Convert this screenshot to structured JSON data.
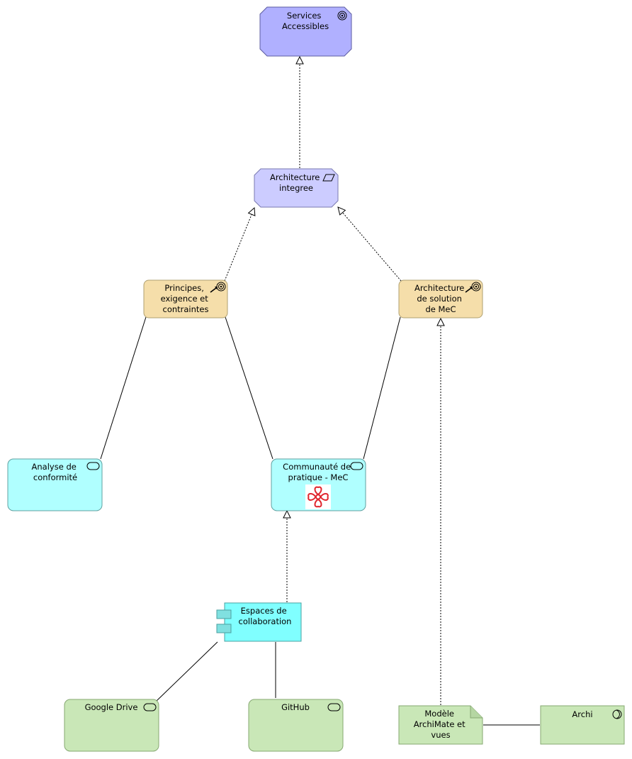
{
  "nodes": {
    "services_accessibles": {
      "label_lines": [
        "Services",
        "Accessibles"
      ],
      "type": "goal",
      "fill": "#b0b0ff"
    },
    "architecture_integree": {
      "label_lines": [
        "Architecture",
        "integree"
      ],
      "type": "deliverable",
      "fill": "#ccccff"
    },
    "principes": {
      "label_lines": [
        "Principes,",
        "exigence et",
        "contraintes"
      ],
      "type": "principle",
      "fill": "#f5deaa"
    },
    "architecture_solution": {
      "label_lines": [
        "Architecture",
        "de solution",
        "de MeC"
      ],
      "type": "principle",
      "fill": "#f5deaa"
    },
    "analyse_conformite": {
      "label_lines": [
        "Analyse de",
        "conformité"
      ],
      "type": "business-service",
      "fill": "#b0ffff"
    },
    "communaute_pratique": {
      "label_lines": [
        "Communauté de",
        "pratique - MeC"
      ],
      "type": "business-service",
      "fill": "#b0ffff",
      "logo": "montreal-rose-logo"
    },
    "espaces_collaboration": {
      "label_lines": [
        "Espaces de",
        "collaboration"
      ],
      "type": "application-component",
      "fill": "#b0ffff"
    },
    "google_drive": {
      "label_lines": [
        "Google Drive"
      ],
      "type": "technology-service",
      "fill": "#c9e7b7"
    },
    "github": {
      "label_lines": [
        "GitHub"
      ],
      "type": "technology-service",
      "fill": "#c9e7b7"
    },
    "modele_archimate": {
      "label_lines": [
        "Modèle",
        "ArchiMate et",
        "vues"
      ],
      "type": "artifact",
      "fill": "#c9e7b7"
    },
    "archi": {
      "label_lines": [
        "Archi"
      ],
      "type": "system-software",
      "fill": "#c9e7b7"
    }
  },
  "relations": [
    {
      "from": "architecture_integree",
      "to": "services_accessibles",
      "type": "realization"
    },
    {
      "from": "principes",
      "to": "architecture_integree",
      "type": "realization"
    },
    {
      "from": "architecture_solution",
      "to": "architecture_integree",
      "type": "realization"
    },
    {
      "from": "analyse_conformite",
      "to": "principes",
      "type": "association"
    },
    {
      "from": "communaute_pratique",
      "to": "principes",
      "type": "association"
    },
    {
      "from": "communaute_pratique",
      "to": "architecture_solution",
      "type": "association"
    },
    {
      "from": "espaces_collaboration",
      "to": "communaute_pratique",
      "type": "realization"
    },
    {
      "from": "google_drive",
      "to": "espaces_collaboration",
      "type": "association"
    },
    {
      "from": "github",
      "to": "espaces_collaboration",
      "type": "association"
    },
    {
      "from": "modele_archimate",
      "to": "architecture_solution",
      "type": "realization"
    },
    {
      "from": "modele_archimate",
      "to": "archi",
      "type": "association"
    }
  ]
}
